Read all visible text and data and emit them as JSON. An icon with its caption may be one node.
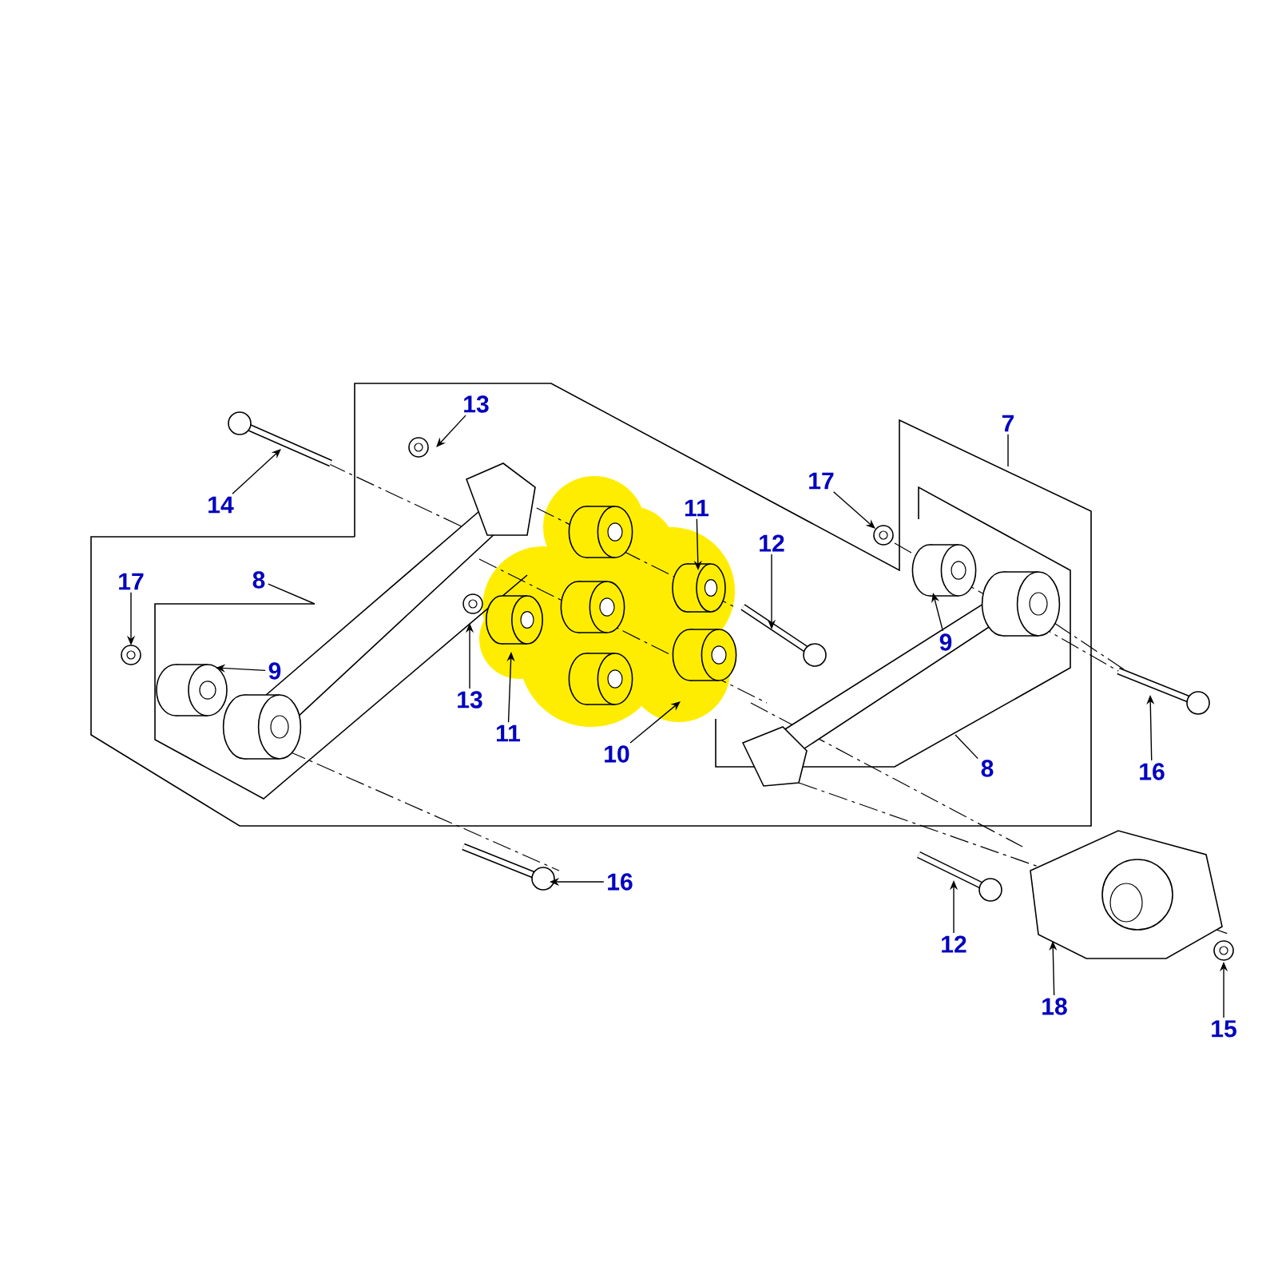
{
  "diagram": {
    "nodes": [
      {
        "text": [
          "13"
        ]
      },
      {
        "text": [
          "14"
        ]
      },
      {
        "text": [
          "17"
        ]
      },
      {
        "text": [
          "8"
        ]
      },
      {
        "text": [
          "9"
        ]
      },
      {
        "text": [
          "13"
        ]
      },
      {
        "text": [
          "11"
        ]
      },
      {
        "text": [
          "10"
        ]
      },
      {
        "text": [
          "11"
        ]
      },
      {
        "text": [
          "12"
        ]
      },
      {
        "text": [
          "17"
        ]
      },
      {
        "text": [
          "7"
        ]
      },
      {
        "text": [
          "9"
        ]
      },
      {
        "text": [
          "8"
        ]
      },
      {
        "text": [
          "16"
        ]
      },
      {
        "text": [
          "16"
        ]
      },
      {
        "text": [
          "12"
        ]
      },
      {
        "text": [
          "18"
        ]
      },
      {
        "text": [
          "15"
        ]
      }
    ],
    "edges": [
      {
        "from": 0,
        "to": null,
        "arrow": "to"
      },
      {
        "from": 1,
        "to": null,
        "arrow": "to"
      },
      {
        "from": 2,
        "to": null,
        "arrow": "to"
      },
      {
        "from": 3,
        "to": null,
        "arrow": "none"
      },
      {
        "from": 4,
        "to": null,
        "arrow": "to"
      },
      {
        "from": 5,
        "to": null,
        "arrow": "to"
      },
      {
        "from": 6,
        "to": null,
        "arrow": "to"
      },
      {
        "from": 7,
        "to": null,
        "arrow": "to"
      },
      {
        "from": 8,
        "to": null,
        "arrow": "to"
      },
      {
        "from": 9,
        "to": null,
        "arrow": "to"
      },
      {
        "from": 10,
        "to": null,
        "arrow": "to"
      },
      {
        "from": 11,
        "to": null,
        "arrow": "none"
      },
      {
        "from": 12,
        "to": null,
        "arrow": "to"
      },
      {
        "from": 13,
        "to": null,
        "arrow": "none"
      },
      {
        "from": 14,
        "to": null,
        "arrow": "to"
      },
      {
        "from": 15,
        "to": null,
        "arrow": "to"
      },
      {
        "from": 16,
        "to": null,
        "arrow": "to"
      },
      {
        "from": 17,
        "to": null,
        "arrow": "to"
      },
      {
        "from": 18,
        "to": null,
        "arrow": "to"
      }
    ]
  }
}
